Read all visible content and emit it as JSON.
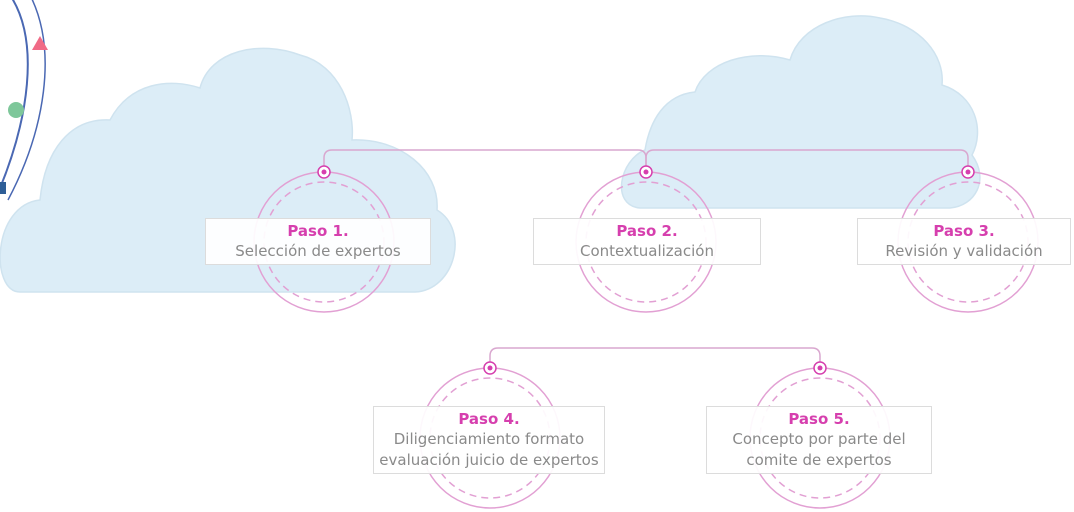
{
  "colors": {
    "accent": "#d63fae",
    "ring": "#e2a0d3",
    "connector": "#d9a7cf",
    "cloud": "#dcedf7",
    "cloud_edge": "#cfe3ef",
    "text_muted": "#8a8a8a",
    "orbit_line": "#4a68b3",
    "orbit_triangle": "#f06a86",
    "orbit_dot": "#7ec79a",
    "orbit_square": "#2e5e97"
  },
  "icons": [
    "orbit-path-icon",
    "triangle-marker-icon",
    "dot-marker-icon",
    "square-marker-icon",
    "cloud-shape-icon"
  ],
  "steps": [
    {
      "title": "Paso 1.",
      "lines": [
        "Selección de expertos"
      ]
    },
    {
      "title": "Paso 2.",
      "lines": [
        "Contextualización"
      ]
    },
    {
      "title": "Paso 3.",
      "lines": [
        "Revisión y validación"
      ]
    },
    {
      "title": "Paso 4.",
      "lines": [
        "Diligenciamiento formato",
        "evaluación juicio de expertos"
      ]
    },
    {
      "title": "Paso 5.",
      "lines": [
        "Concepto por parte del",
        "comite de expertos"
      ]
    }
  ]
}
